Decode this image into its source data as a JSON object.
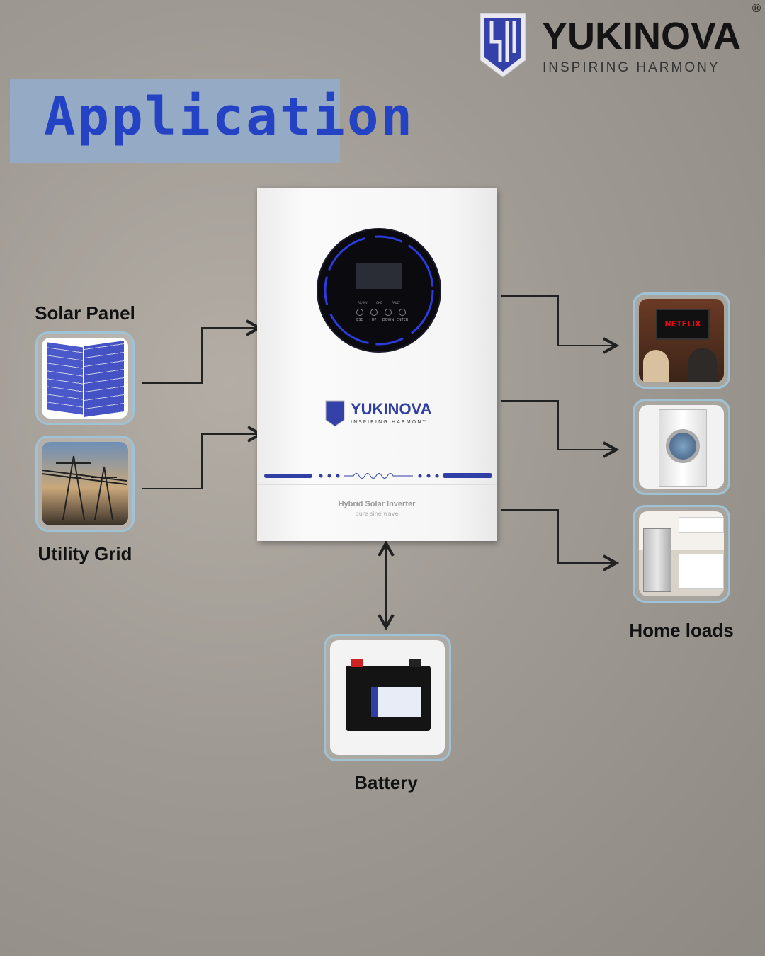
{
  "header": {
    "title": "Application",
    "brand_name": "YUKINOVA",
    "brand_tagline": "INSPIRING HARMONY",
    "registered_mark": "®"
  },
  "inverter": {
    "brand_name": "YUKINOVA",
    "brand_tagline": "INSPIRING HARMONY",
    "product_label": "Hybrid Solar Inverter",
    "product_sub": "pure sine wave",
    "indicators": [
      "AC/INV",
      "CHG",
      "FAULT"
    ],
    "buttons": [
      "ESC",
      "UP",
      "DOWN",
      "ENTER"
    ]
  },
  "sources": [
    {
      "label": "Solar Panel"
    },
    {
      "label": "Utility Grid"
    }
  ],
  "loads": {
    "label": "Home loads",
    "items": [
      {
        "tv_brand": "NETFLIX"
      }
    ]
  },
  "storage": {
    "label": "Battery"
  },
  "colors": {
    "accent": "#2443c4",
    "title_bg": "#93abc7",
    "frame": "#9ec3d6"
  }
}
